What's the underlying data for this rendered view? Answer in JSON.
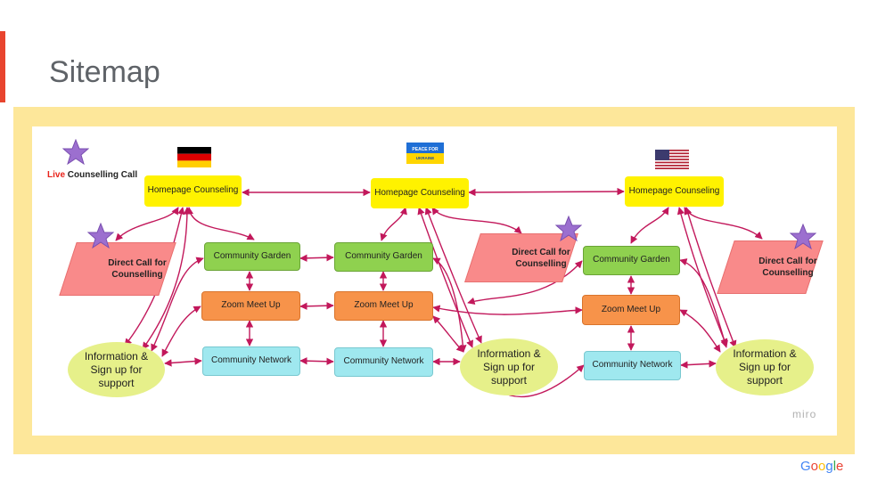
{
  "slide": {
    "title": "Sitemap",
    "watermark": "miro",
    "brand_logo": "Google"
  },
  "colors": {
    "accent": "#e8442e",
    "frame": "#fde79a",
    "connector": "#c2185b",
    "yellow": "#fff200",
    "green": "#8fd14f",
    "orange": "#f7934a",
    "cyan": "#9fe8ef",
    "pink": "#f98a8a",
    "ellipse": "#e6f08a",
    "star": "#9c6fcf"
  },
  "legend": {
    "live": "Live",
    "label": "Counselling Call",
    "icon": "purple-star-icon"
  },
  "flags": {
    "germany": {
      "icon": "germany-flag-icon"
    },
    "ukraine": {
      "icon": "peace-for-ukraine-flag-icon",
      "line1": "PEACE FOR",
      "line2": "UKRAINE"
    },
    "usa": {
      "icon": "usa-flag-icon"
    }
  },
  "columns": [
    {
      "home": "Homepage Counseling",
      "direct_call": "Direct Call for Counselling",
      "garden": "Community Garden",
      "zoom": "Zoom Meet Up",
      "network": "Community Network",
      "info": "Information & Sign up for support"
    },
    {
      "home": "Homepage Counseling",
      "direct_call": "Direct Call for Counselling",
      "garden": "Community Garden",
      "zoom": "Zoom Meet Up",
      "network": "Community Network",
      "info": "Information & Sign up for support"
    },
    {
      "home": "Homepage Counseling",
      "direct_call": "Direct Call for Counselling",
      "garden": "Community Garden",
      "zoom": "Zoom Meet Up",
      "network": "Community Network",
      "info": "Information & Sign up for support"
    }
  ]
}
